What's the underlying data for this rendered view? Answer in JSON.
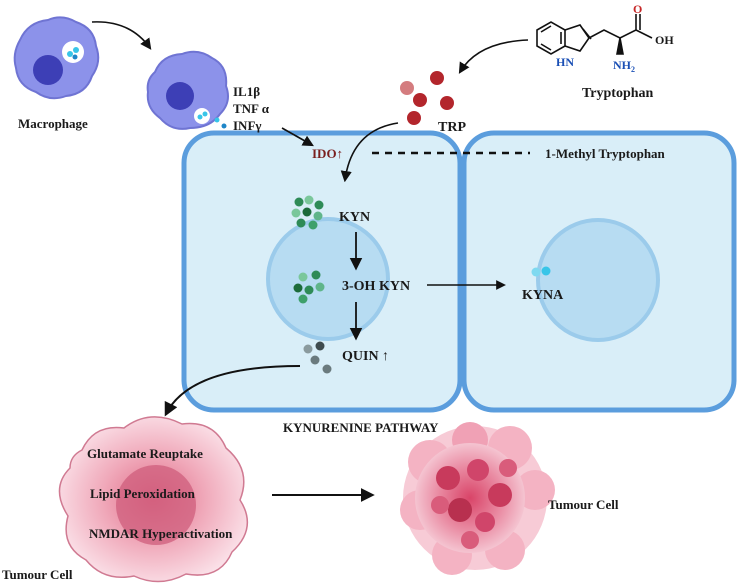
{
  "labels": {
    "macrophage": "Macrophage",
    "il1b": "IL1β",
    "tnfa": "TNF α",
    "infg": "INFγ",
    "tryptophan": "Tryptophan",
    "trp": "TRP",
    "ido": "IDO↑",
    "methyl_tryptophan": "1-Methyl Tryptophan",
    "kyn": "KYN",
    "oh_kyn": "3-OH KYN",
    "kyna": "KYNA",
    "quin": "QUIN ↑",
    "pathway": "KYNURENINE PATHWAY",
    "glutamate": "Glutamate Reuptake",
    "lipid": "Lipid Peroxidation",
    "nmdar": "NMDAR Hyperactivation",
    "tumour_left": "Tumour Cell",
    "tumour_right": "Tumour Cell"
  },
  "structure": {
    "nh": "HN",
    "oh": "OH",
    "o": "O",
    "nh2": "NH",
    "sub2": "2"
  },
  "colors": {
    "cell_fill": "#d9eef8",
    "cell_border": "#5b9ddd",
    "nucleus_fill": "#b7dcf2",
    "nucleus_border": "#9bcbeb",
    "macrophage": "#8c92ea",
    "macrophage_nucleus": "#3d3fb6",
    "trp_dot": "#b3262c",
    "ido_text": "#7a1f1f",
    "kyn_green": "#2e8b57",
    "kyna_cyan": "#38c5e8",
    "quin_grey": "#6a7a7e",
    "tumour_pink": "#f08ba6"
  }
}
